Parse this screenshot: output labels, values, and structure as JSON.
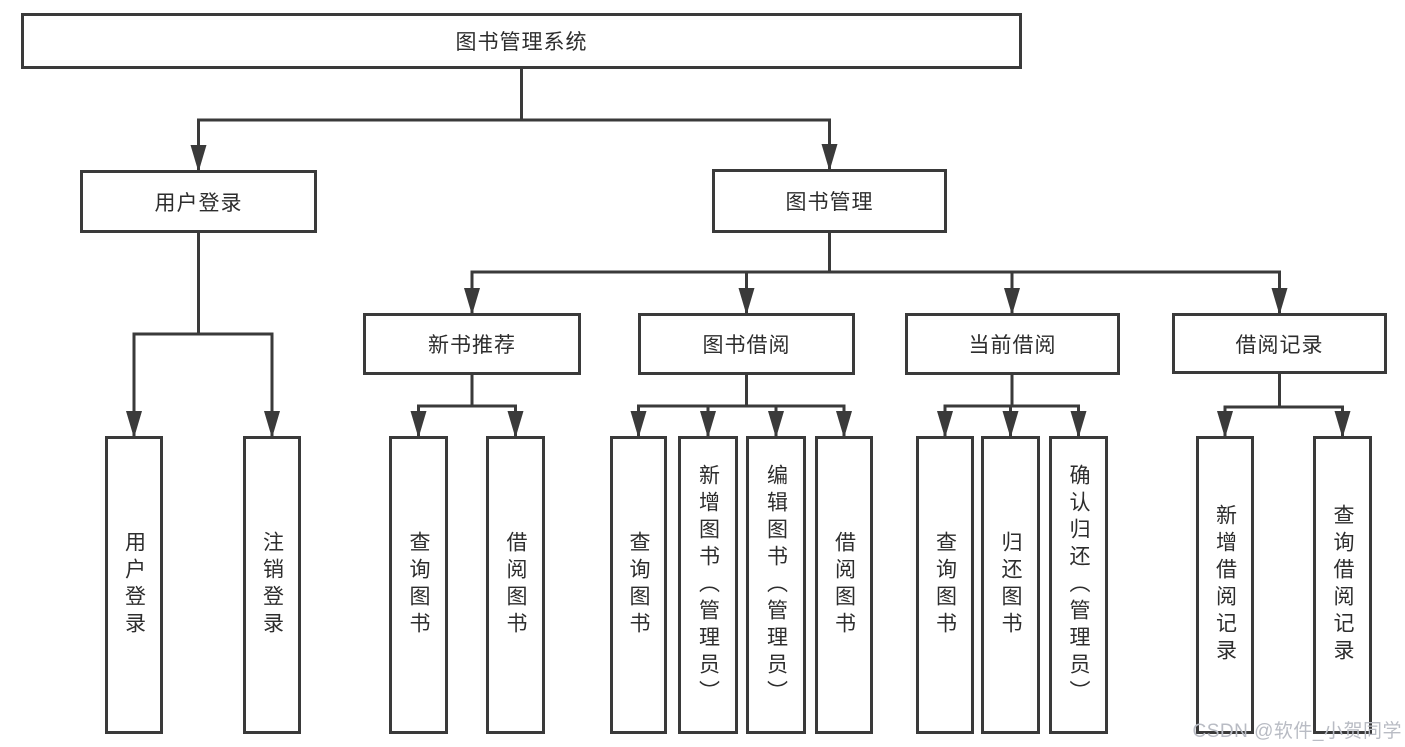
{
  "nodes": {
    "root": "图书管理系统",
    "user_login": "用户登录",
    "book_management": "图书管理",
    "new_book_recommend": "新书推荐",
    "book_borrow": "图书借阅",
    "current_borrow": "当前借阅",
    "borrow_records": "借阅记录",
    "leaf_user_login": "用户登录",
    "leaf_logout": "注销登录",
    "leaf_newbook_query": "查询图书",
    "leaf_newbook_borrow": "借阅图书",
    "leaf_borrow_query": "查询图书",
    "leaf_borrow_add_admin": "新增图书（管理员）",
    "leaf_borrow_edit_admin": "编辑图书（管理员）",
    "leaf_borrow_borrow": "借阅图书",
    "leaf_current_query": "查询图书",
    "leaf_current_return": "归还图书",
    "leaf_current_confirm_admin": "确认归还（管理员）",
    "leaf_records_add": "新增借阅记录",
    "leaf_records_query": "查询借阅记录"
  },
  "watermark": "CSDN @软件_小贺同学",
  "colors": {
    "line": "#3a3a3a",
    "text": "#2d2d2d",
    "background": "#ffffff",
    "watermark": "#b9bcc4"
  }
}
